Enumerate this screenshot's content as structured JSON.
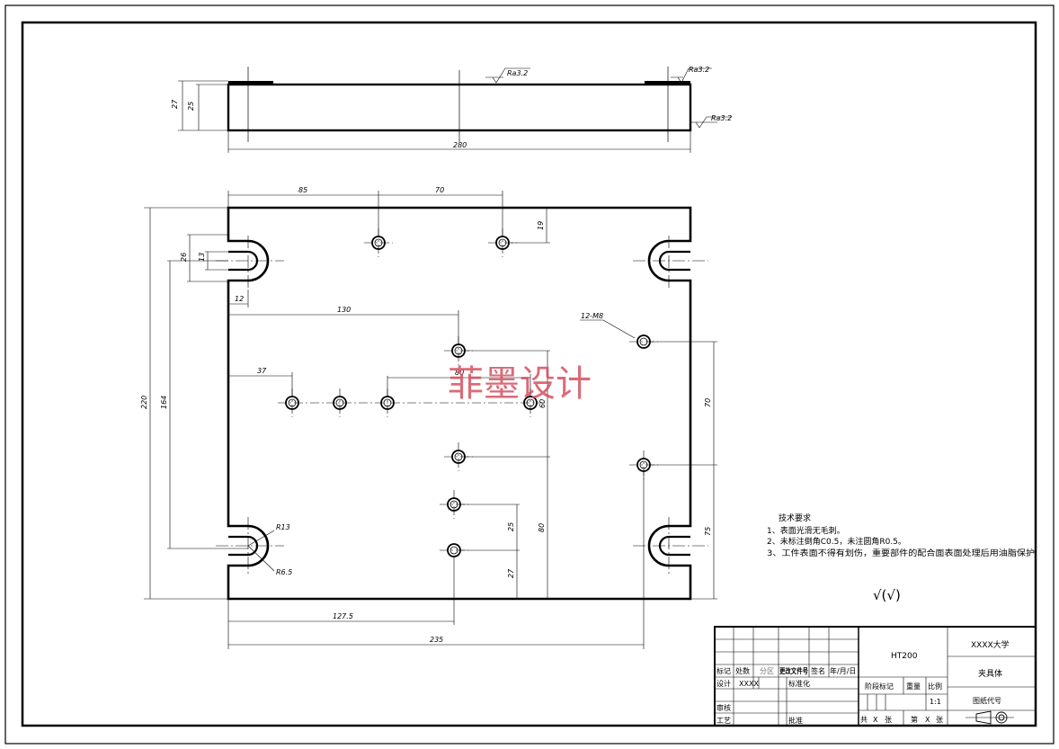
{
  "watermark": "菲墨设计",
  "side_view": {
    "dims": {
      "height_total": "27",
      "height_body": "25",
      "length": "280"
    },
    "roughness": [
      "Ra3.2",
      "Ra3.2",
      "Ra3.2"
    ]
  },
  "plan_view": {
    "dims": {
      "d85": "85",
      "d70_top": "70",
      "d19": "19",
      "d26": "26",
      "d13": "13",
      "d12": "12",
      "d130": "130",
      "d37": "37",
      "d80_mid": "80",
      "d60": "60",
      "d220": "220",
      "d164": "164",
      "d70_right": "70",
      "d75_right": "75",
      "d25_small": "25",
      "d27_small": "27",
      "d80_vert": "80",
      "d127_5": "127.5",
      "d235": "235"
    },
    "callouts": {
      "thread": "12-M8",
      "r13": "R13",
      "r6_5": "R6.5"
    }
  },
  "tech_requirements": {
    "title": "技术要求",
    "items": [
      "1、表面光滑无毛刺。",
      "2、未标注倒角C0.5，未注圆角R0.5。",
      "3、工件表面不得有划伤，重要部件的配合面表面处理后用油脂保护"
    ],
    "roughness_symbol": "√(√)"
  },
  "title_block": {
    "material": "HT200",
    "school": "XXXX大学",
    "part_name": "夹具体",
    "drawing_no_label": "图纸代号",
    "scale": "1:1",
    "labels": {
      "biaoji": "标记",
      "chushu": "处数",
      "fenqu": "分区",
      "gengai": "更改文件号",
      "qianming": "签名",
      "nianyueri": "年/月/日",
      "sheji": "设计",
      "sheji_name": "XXXX",
      "biaozhunhua": "标准化",
      "shenhe": "审核",
      "gongyi": "工艺",
      "pizhun": "批准",
      "jieduan": "阶段标记",
      "zhongliang": "重量",
      "bili": "比例",
      "gong": "共",
      "gong_x": "X",
      "zhang1": "张",
      "di": "第",
      "di_x": "X",
      "zhang2": "张"
    }
  }
}
